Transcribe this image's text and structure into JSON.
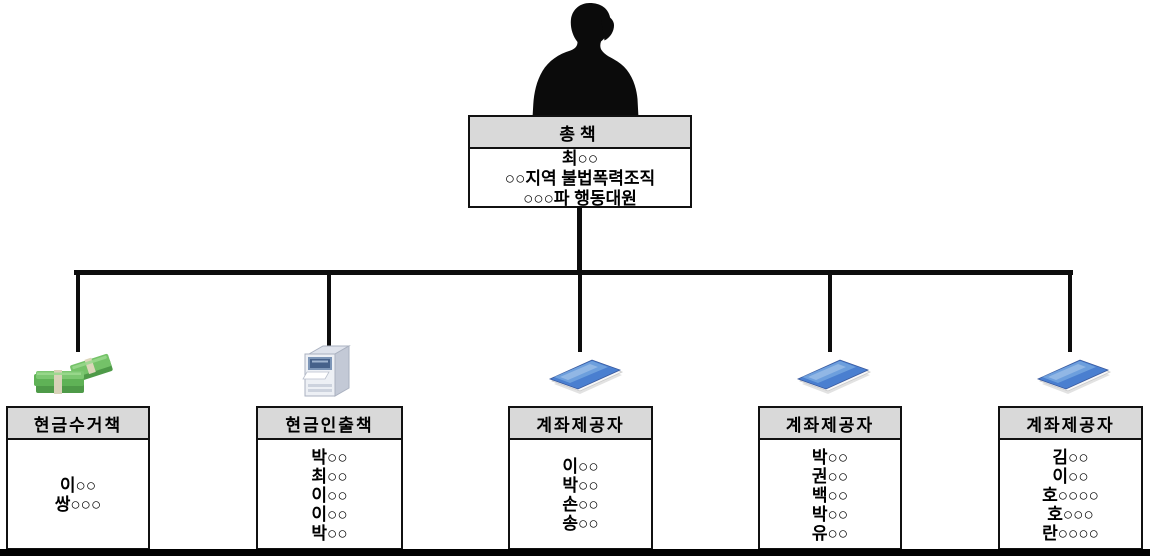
{
  "boss": {
    "title": "총책",
    "lines": [
      "최○○",
      "○○지역 불법폭력조직",
      "○○○파 행동대원"
    ]
  },
  "branches": [
    {
      "title": "현금수거책",
      "icon": "cash-bundle-icon",
      "members": [
        "이○○",
        "쌍○○○"
      ]
    },
    {
      "title": "현금인출책",
      "icon": "atm-icon",
      "members": [
        "박○○",
        "최○○",
        "이○○",
        "이○○",
        "박○○"
      ]
    },
    {
      "title": "계좌제공자",
      "icon": "passbook-icon",
      "members": [
        "이○○",
        "박○○",
        "손○○",
        "송○○"
      ]
    },
    {
      "title": "계좌제공자",
      "icon": "passbook-icon",
      "members": [
        "박○○",
        "권○○",
        "백○○",
        "박○○",
        "유○○"
      ]
    },
    {
      "title": "계좌제공자",
      "icon": "passbook-icon",
      "members": [
        "김○○",
        "이○○",
        "호○○○○",
        "호○○○",
        "란○○○○"
      ]
    }
  ],
  "colors": {
    "header_bg": "#d9d9d9",
    "border": "#111111",
    "connector": "#0d0d0d",
    "money_green": "#5fb256",
    "passbook_blue": "#4a7fd0",
    "atm_gray": "#edf0f5"
  }
}
